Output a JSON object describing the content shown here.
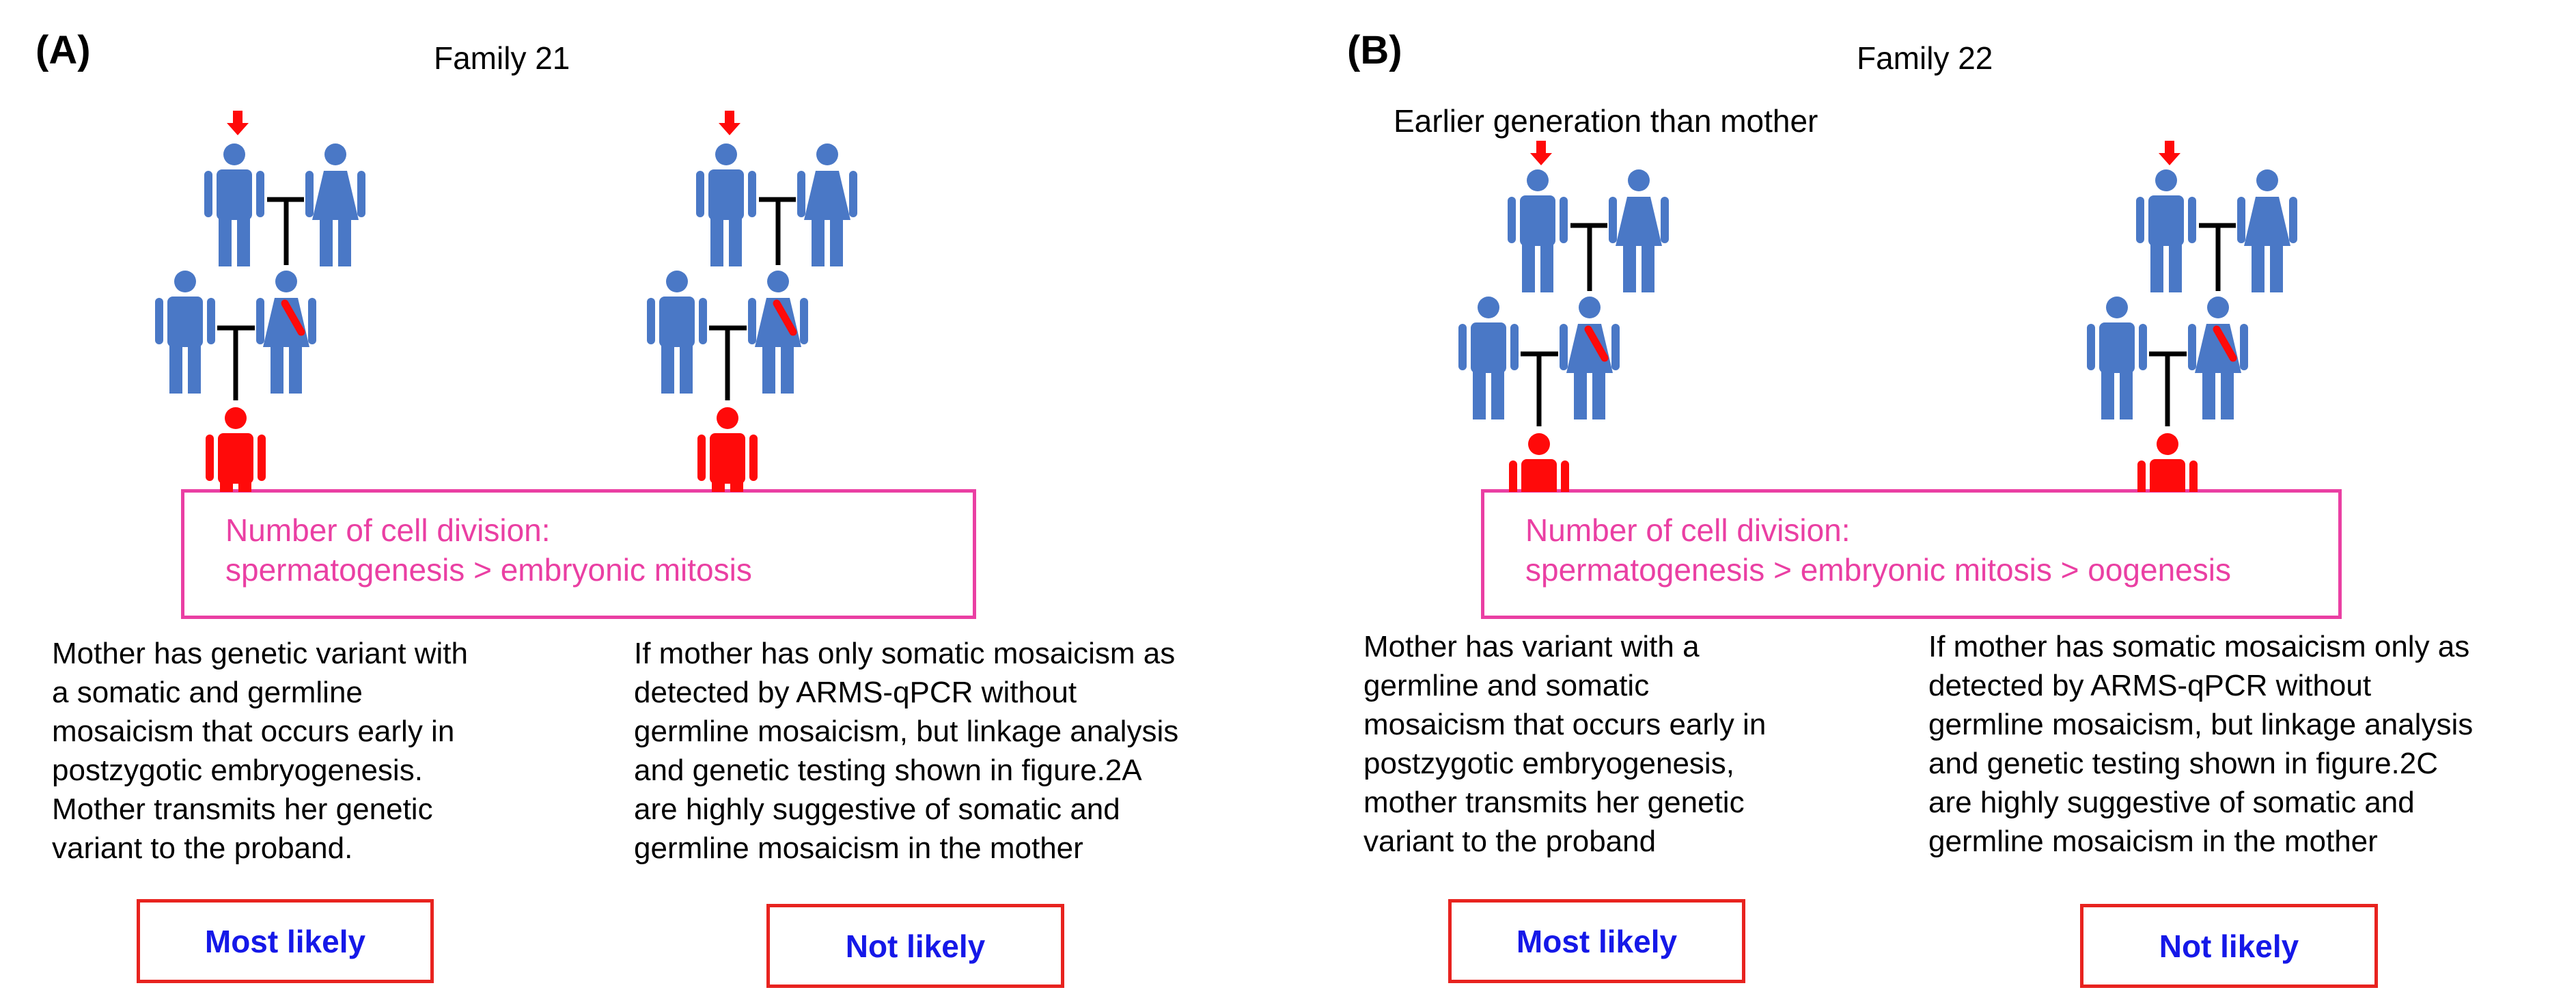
{
  "colors": {
    "person_blue": "#4a78c6",
    "proband_red": "#ff0a0a",
    "arrow_red": "#ff0a0a",
    "mosaic_red": "#ff0a0a",
    "formula_pink": "#ea3fa3",
    "verdict_border": "#e8231f",
    "verdict_text": "#1518e8",
    "line_black": "#000000"
  },
  "icons": [
    "male-figure-icon",
    "female-figure-icon",
    "red-down-arrow-icon",
    "mosaic-stripe-icon"
  ],
  "panel_a": {
    "label": "(A)",
    "family_title": "Family 21",
    "formula": {
      "line1": "Number of cell division:",
      "line2": "spermatogenesis > embryonic mitosis"
    },
    "left_description": [
      "Mother has genetic variant with",
      "a somatic and germline",
      "mosaicism that occurs early in",
      "postzygotic embryogenesis.",
      "Mother transmits her genetic",
      "variant to the proband."
    ],
    "right_description": [
      "If mother has only somatic mosaicism as",
      "detected by ARMS-qPCR without",
      "germline mosaicism, but linkage analysis",
      "and genetic testing shown in figure.2A",
      "are highly suggestive of somatic and",
      "germline mosaicism in the mother"
    ],
    "left_verdict": "Most likely",
    "right_verdict": "Not likely"
  },
  "panel_b": {
    "label": "(B)",
    "family_title": "Family 22",
    "note": "Earlier generation than mother",
    "formula": {
      "line1": "Number of cell division:",
      "line2": "spermatogenesis > embryonic mitosis > oogenesis"
    },
    "left_description": [
      "Mother has variant with a",
      "germline and somatic",
      "mosaicism that occurs early in",
      "postzygotic embryogenesis,",
      "mother transmits her genetic",
      "variant to the proband"
    ],
    "right_description": [
      "If mother has somatic mosaicism only as",
      "detected by ARMS-qPCR without",
      "germline mosaicism, but linkage analysis",
      "and genetic testing shown in figure.2C",
      "are highly suggestive of somatic and",
      "germline mosaicism in the mother"
    ],
    "left_verdict": "Most likely",
    "right_verdict": "Not likely"
  }
}
